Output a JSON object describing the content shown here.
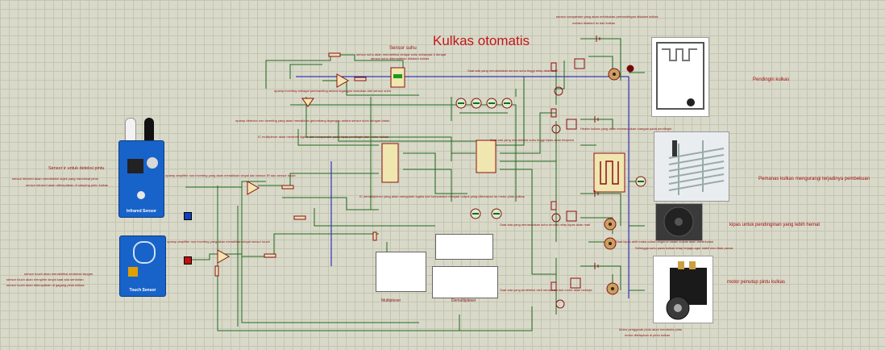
{
  "title": "Kulkas otomatis",
  "sensor_suhu": {
    "heading": "Sensor suhu",
    "desc1": "sensor suhu akan mendeteksi derajat suhu sebanyak 5 derajat",
    "desc2": "sensor suhu ditempatkan didalam kulkas"
  },
  "top_note": {
    "line1": "sensor comparator yang akan melakukan perbandingan didalam kulkas",
    "line2": "melalui didalam isi dari kulkas"
  },
  "notes": {
    "opamp_inverting": "opamp inverting sebagai pembanding antara tegangan masukan dari sensor suhu",
    "opamp_detector": "opamp detector non inverting yang akan menaikkan gelombang tegangan antara sensor suhu dengan batas",
    "ic_multiplexer": "IC multiplexer akan memberi logika dari komparator pada kipas pendingin dan motor kulkas",
    "ic_demux": "IC demultiplexer yang akan mengubah logika dari komparator menjadi output yang diteruskan ke motor pintu kulkas",
    "opamp_ir": "opamp amplifier non inverting yang akan menaikkan sinyal dari sensor IR dan sensor touch",
    "opamp_touch": "opamp amplifier non inverting yang akan menaikkan sinyal sensor touch",
    "relay_pendingin": "Saat ada yang menandakan sensor suhu tinggi relay akan aktif",
    "relay_heater": "Heater kulkas yang akan memanaskan ruangan pada pendingin",
    "relay_kipas": "Saat ada yang mendeteksi suhu tinggi kipas akan berputar",
    "relay_kipas2": "Saat ada yang menandakan suhu rendah relay kipas akan mati",
    "relay_motor": "Saat ada yang terdeteksi oleh sensor sentuh motor akan bekerja",
    "kipas_note1": "Saat kipas aktif maka udara dingin di dalam kulkas akan bersirkulasi",
    "kipas_note2": "Sehingga suhu pada kulkas tetap terjaga agar stabil dan tidak panas",
    "motor_note1": "Motor penggerak pintu akan membuka pintu",
    "motor_note2": "motor ditetapkan di pintu kulkas"
  },
  "left_labels": {
    "ir_heading": "Sensor ir untuk deteksi pintu",
    "ir_desc1": "sensor infrared akan mendeteksi objek yang mendekat pintu",
    "ir_desc2": "sensor infrared akan ditempatkan di samping pintu kulkas",
    "touch_desc1": "sensor touch akan mendeteksi sentuhan tangan",
    "touch_desc2": "sensor touch akan mengirim sinyal saat ada sentuhan",
    "touch_desc3": "sensor touch akan ditempatkan di gagang pintu kulkas"
  },
  "boards": {
    "infrared": "Infrared Sensor",
    "touch": "Touch Sensor"
  },
  "tables": {
    "multiplexer": "Multiplexer",
    "demultiplexer": "Demultiplexer"
  },
  "right_labels": {
    "pendingin": "Pendingin kulkas",
    "pemanas": "Pemanas kulkas mengurangi terjadinya pembekuan",
    "kipas": "kipas untuk pendinginan yang lebih hemat",
    "motor": "motor penutup pintu kulkas"
  },
  "colors": {
    "wire": "#1f6b1f",
    "bus": "#1010c0",
    "component": "#8b1010",
    "label": "#8b1010",
    "board": "#1863c9"
  }
}
